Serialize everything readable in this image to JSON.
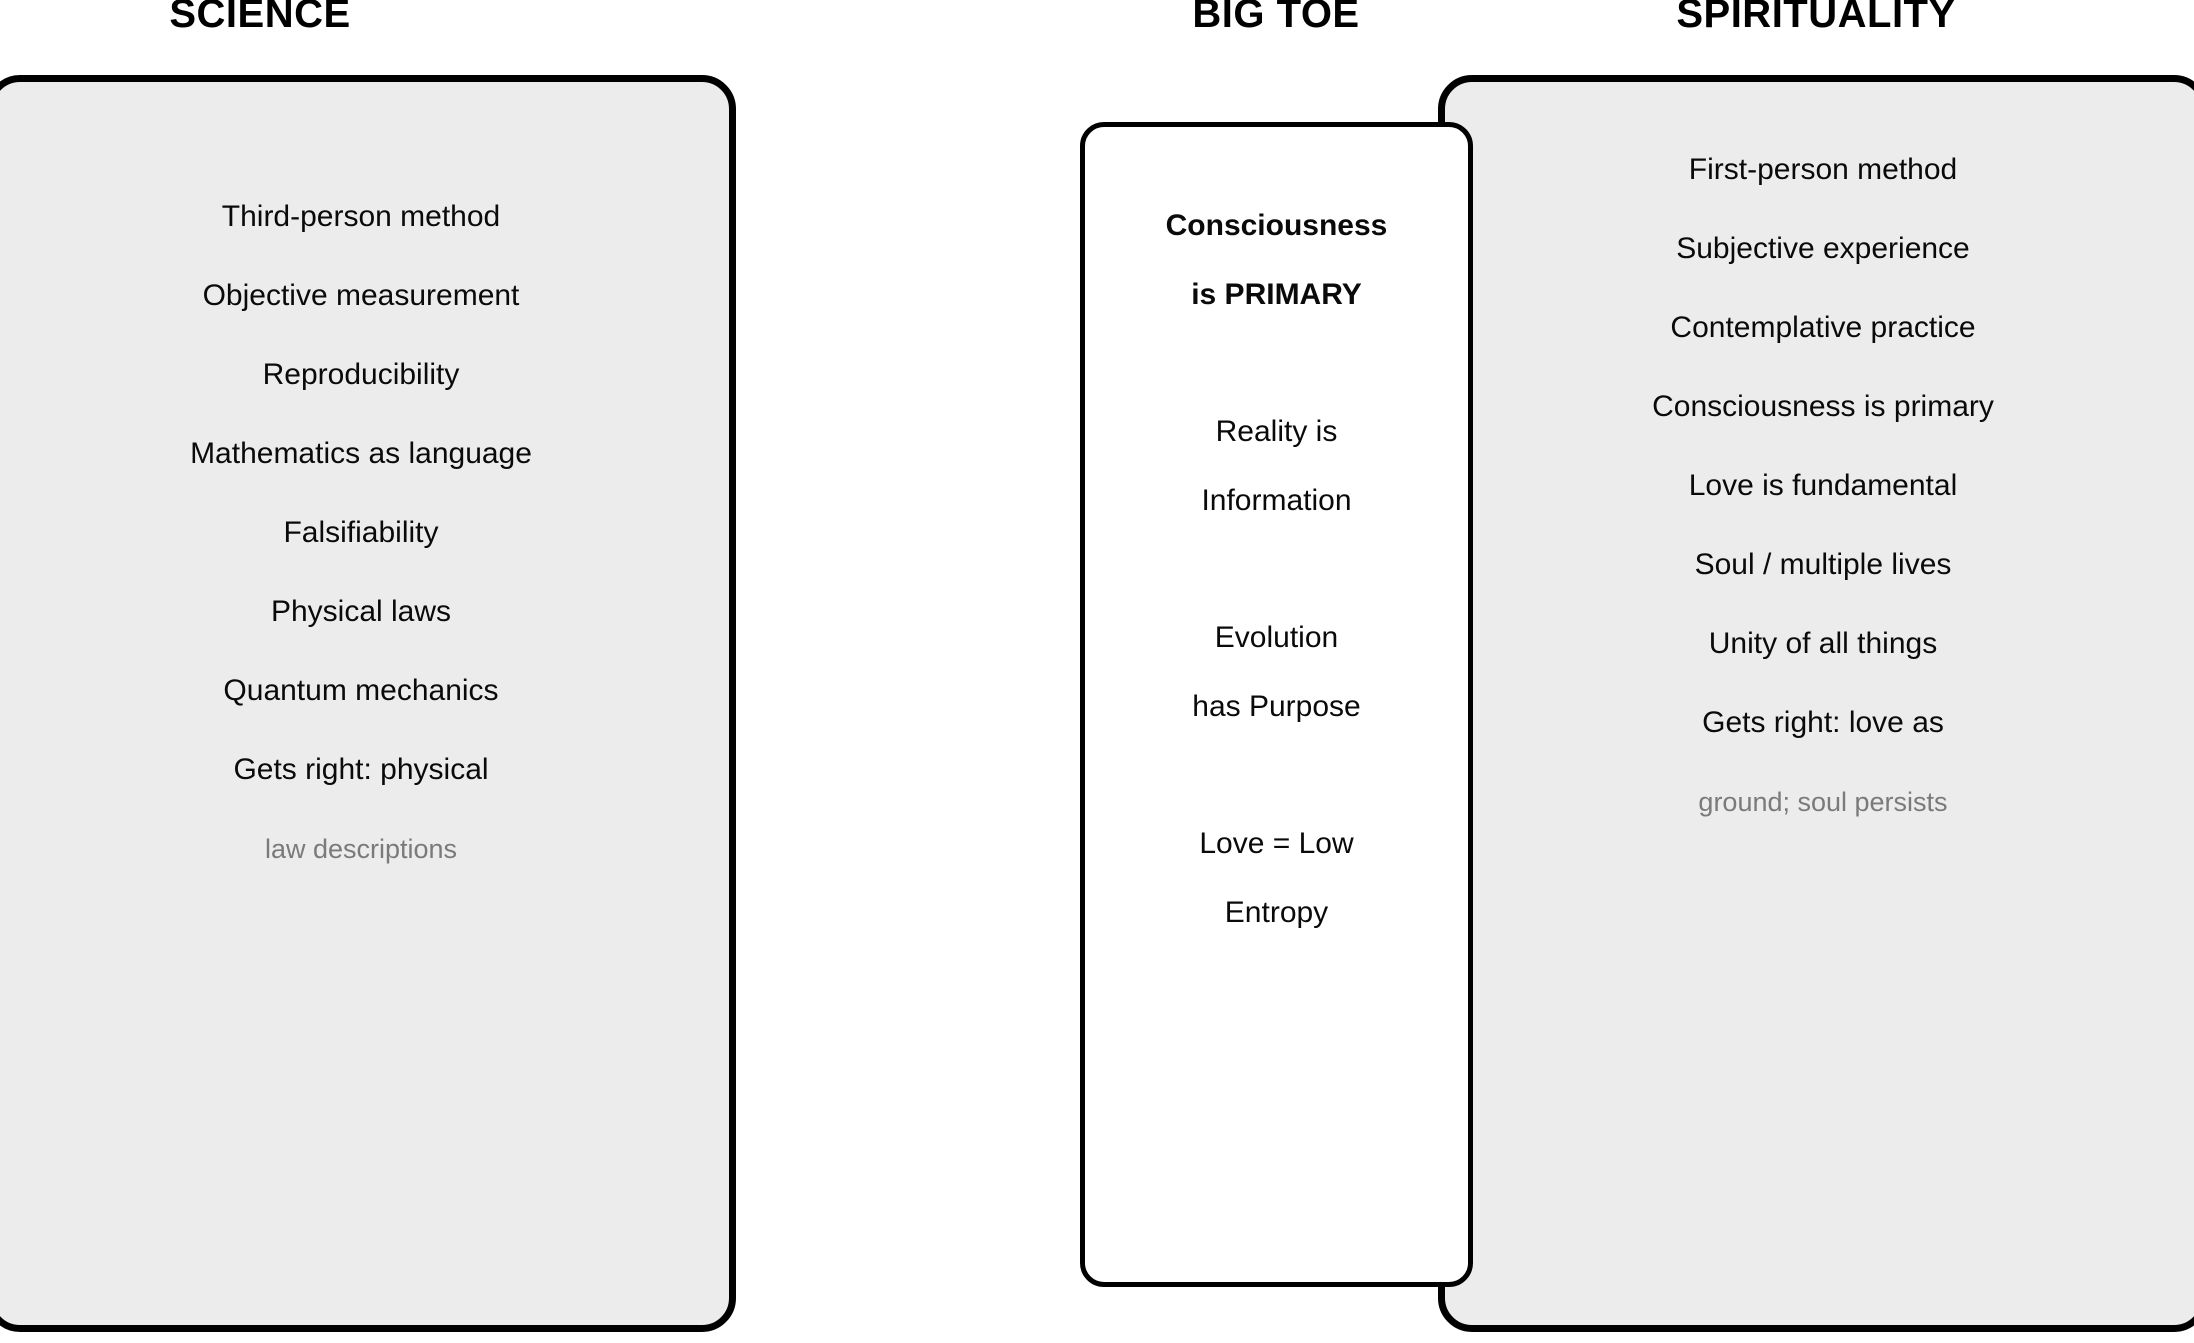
{
  "titles": {
    "science": "SCIENCE",
    "bigtoe": "BIG TOE",
    "spirituality": "SPIRITUALITY"
  },
  "colors": {
    "panel_fill_side": "#ececec",
    "panel_fill_center": "#ffffff",
    "border": "#000000",
    "text": "#0a0a0a",
    "text_muted": "#7a7a7a",
    "background": "#ffffff"
  },
  "columns": {
    "science": {
      "title": "SCIENCE",
      "items": [
        {
          "text": "Third-person method",
          "style": "normal"
        },
        {
          "text": "Objective measurement",
          "style": "normal"
        },
        {
          "text": "Reproducibility",
          "style": "normal"
        },
        {
          "text": "Mathematics as language",
          "style": "normal"
        },
        {
          "text": "Falsifiability",
          "style": "normal"
        },
        {
          "text": "Physical laws",
          "style": "normal"
        },
        {
          "text": "Quantum mechanics",
          "style": "normal"
        },
        {
          "text": "Gets right: physical",
          "style": "normal"
        },
        {
          "text": "law descriptions",
          "style": "muted"
        }
      ]
    },
    "bigtoe": {
      "title": "BIG TOE",
      "items": [
        {
          "text": "Consciousness",
          "style": "strong"
        },
        {
          "text": "is PRIMARY",
          "style": "strong gap"
        },
        {
          "text": "Reality is",
          "style": "normal"
        },
        {
          "text": "Information",
          "style": "normal gap"
        },
        {
          "text": "Evolution",
          "style": "normal"
        },
        {
          "text": "has Purpose",
          "style": "normal gap"
        },
        {
          "text": "Love = Low",
          "style": "normal"
        },
        {
          "text": "Entropy",
          "style": "normal"
        }
      ]
    },
    "spirituality": {
      "title": "SPIRITUALITY",
      "items": [
        {
          "text": "First-person method",
          "style": "normal"
        },
        {
          "text": "Subjective experience",
          "style": "normal"
        },
        {
          "text": "Contemplative practice",
          "style": "normal"
        },
        {
          "text": "Consciousness is primary",
          "style": "normal"
        },
        {
          "text": "Love is fundamental",
          "style": "normal"
        },
        {
          "text": "Soul / multiple lives",
          "style": "normal"
        },
        {
          "text": "Unity of all things",
          "style": "normal"
        },
        {
          "text": "Gets right: love as",
          "style": "normal"
        },
        {
          "text": "ground; soul persists",
          "style": "muted"
        }
      ]
    }
  }
}
